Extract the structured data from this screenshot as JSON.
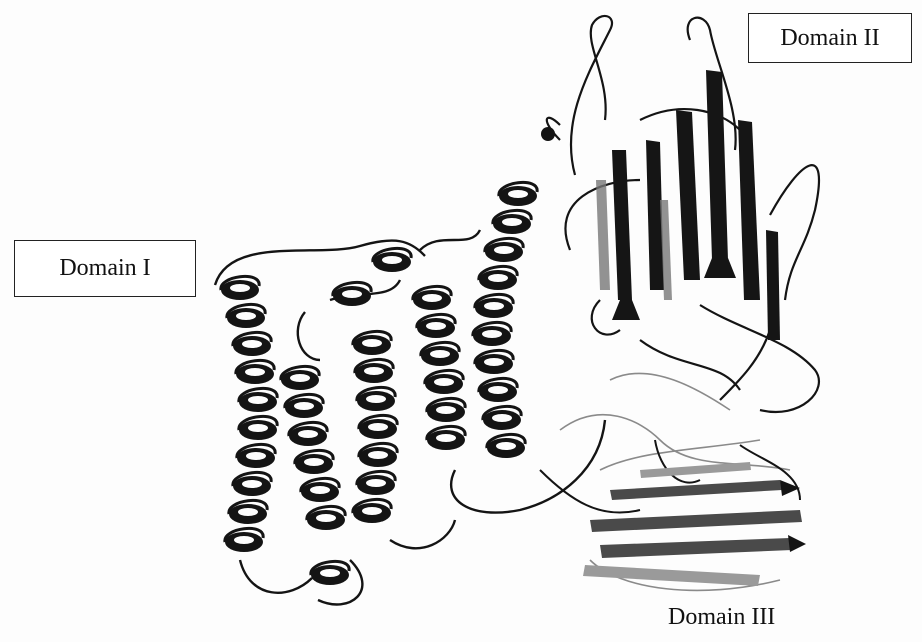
{
  "labels": {
    "domain_1": "Domain I",
    "domain_2": "Domain II",
    "domain_3": "Domain III"
  },
  "colors": {
    "ink": "#111111",
    "sheet_gray": "#555555",
    "loop_gray": "#9a9a9a",
    "background": "#fdfdfd"
  }
}
